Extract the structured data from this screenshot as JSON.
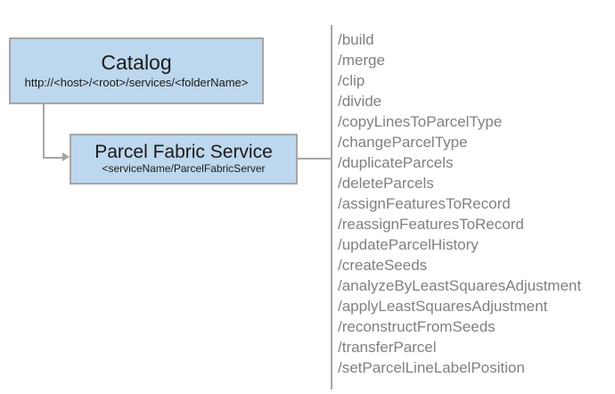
{
  "diagram": {
    "nodes": [
      {
        "id": "catalog",
        "title": "Catalog",
        "subtitle": "http://<host>/<root>/services/<folderName>"
      },
      {
        "id": "parcel-fabric-service",
        "title": "Parcel Fabric Service",
        "subtitle": "<serviceName/ParcelFabricServer"
      }
    ],
    "operations": [
      "/build",
      "/merge",
      "/clip",
      "/divide",
      "/copyLinesToParcelType",
      "/changeParcelType",
      "/duplicateParcels",
      "/deleteParcels",
      "/assignFeaturesToRecord",
      "/reassignFeaturesToRecord",
      "/updateParcelHistory",
      "/createSeeds",
      "/analyzeByLeastSquaresAdjustment",
      "/applyLeastSquaresAdjustment",
      "/reconstructFromSeeds",
      "/transferParcel",
      "/setParcelLineLabelPosition"
    ],
    "colors": {
      "node_fill": "#bdd7ee",
      "node_border": "#a6a6a6",
      "connector": "#a6a6a6",
      "operation_text": "#808080",
      "node_text": "#1a1a1a",
      "background": "#ffffff"
    }
  }
}
